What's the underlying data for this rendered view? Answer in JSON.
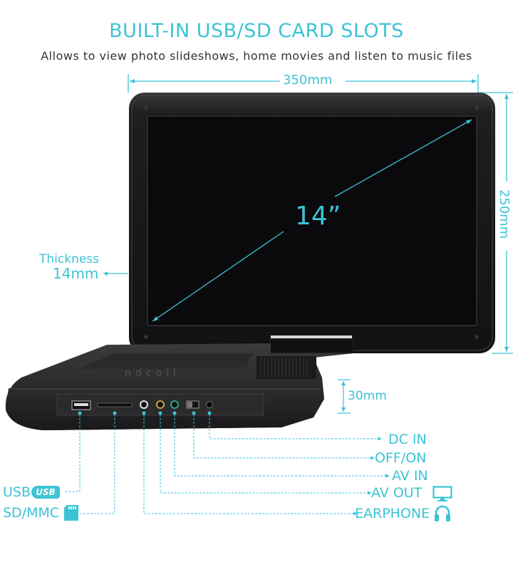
{
  "header": {
    "title": "BUILT-IN USB/SD CARD SLOTS",
    "subtitle": "Allows to view photo slideshows, home movies and listen to music files"
  },
  "dimensions": {
    "width": "350mm",
    "height": "250mm",
    "screen_size": "14”",
    "thickness_label": "Thickness",
    "thickness_value": "14mm",
    "base_height": "30mm"
  },
  "ports_right": [
    {
      "label": "DC IN",
      "icon": null
    },
    {
      "label": "OFF/ON",
      "icon": null
    },
    {
      "label": "AV IN",
      "icon": null
    },
    {
      "label": "AV OUT",
      "icon": "monitor-icon"
    },
    {
      "label": "EARPHONE",
      "icon": "headphones-icon"
    }
  ],
  "ports_left": [
    {
      "label": "USB",
      "icon": "usb-badge-icon",
      "badge_text": "USB"
    },
    {
      "label": "SD/MMC",
      "icon": "sd-card-icon"
    }
  ],
  "colors": {
    "accent": "#3cc3d4",
    "device_body": "#1c1c1e",
    "screen": "#0b0b0d",
    "subtitle_text": "#333333"
  }
}
